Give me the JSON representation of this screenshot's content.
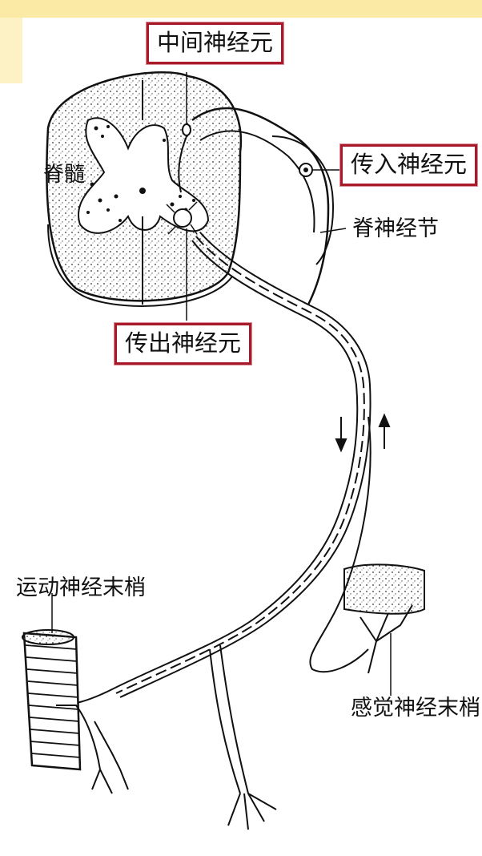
{
  "labels": {
    "interneuron": "中间神经元",
    "afferent_neuron": "传入神经元",
    "spinal_ganglion": "脊神经节",
    "spinal_cord": "脊髓",
    "efferent_neuron": "传出神经元",
    "motor_nerve_ending": "运动神经末梢",
    "sensory_nerve_ending": "感觉神经末梢"
  },
  "colors": {
    "label_box_border": "#a8192a",
    "top_band": "#fbe9a6",
    "line": "#111111"
  }
}
